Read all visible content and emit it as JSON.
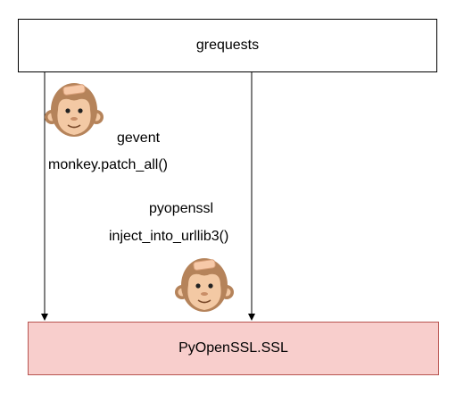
{
  "diagram": {
    "top_node": {
      "label": "grequests"
    },
    "bottom_node": {
      "label": "PyOpenSSL.SSL"
    },
    "patches": [
      {
        "library": "gevent",
        "call": "monkey.patch_all()",
        "icon": "monkey-face-icon"
      },
      {
        "library": "pyopenssl",
        "call": "inject_into_urllib3()",
        "icon": "monkey-face-icon"
      }
    ],
    "colors": {
      "bottom_fill": "#f8cecc",
      "bottom_stroke": "#b85450",
      "monkey_fur": "#b5835a",
      "monkey_face": "#f3c9a4"
    }
  }
}
